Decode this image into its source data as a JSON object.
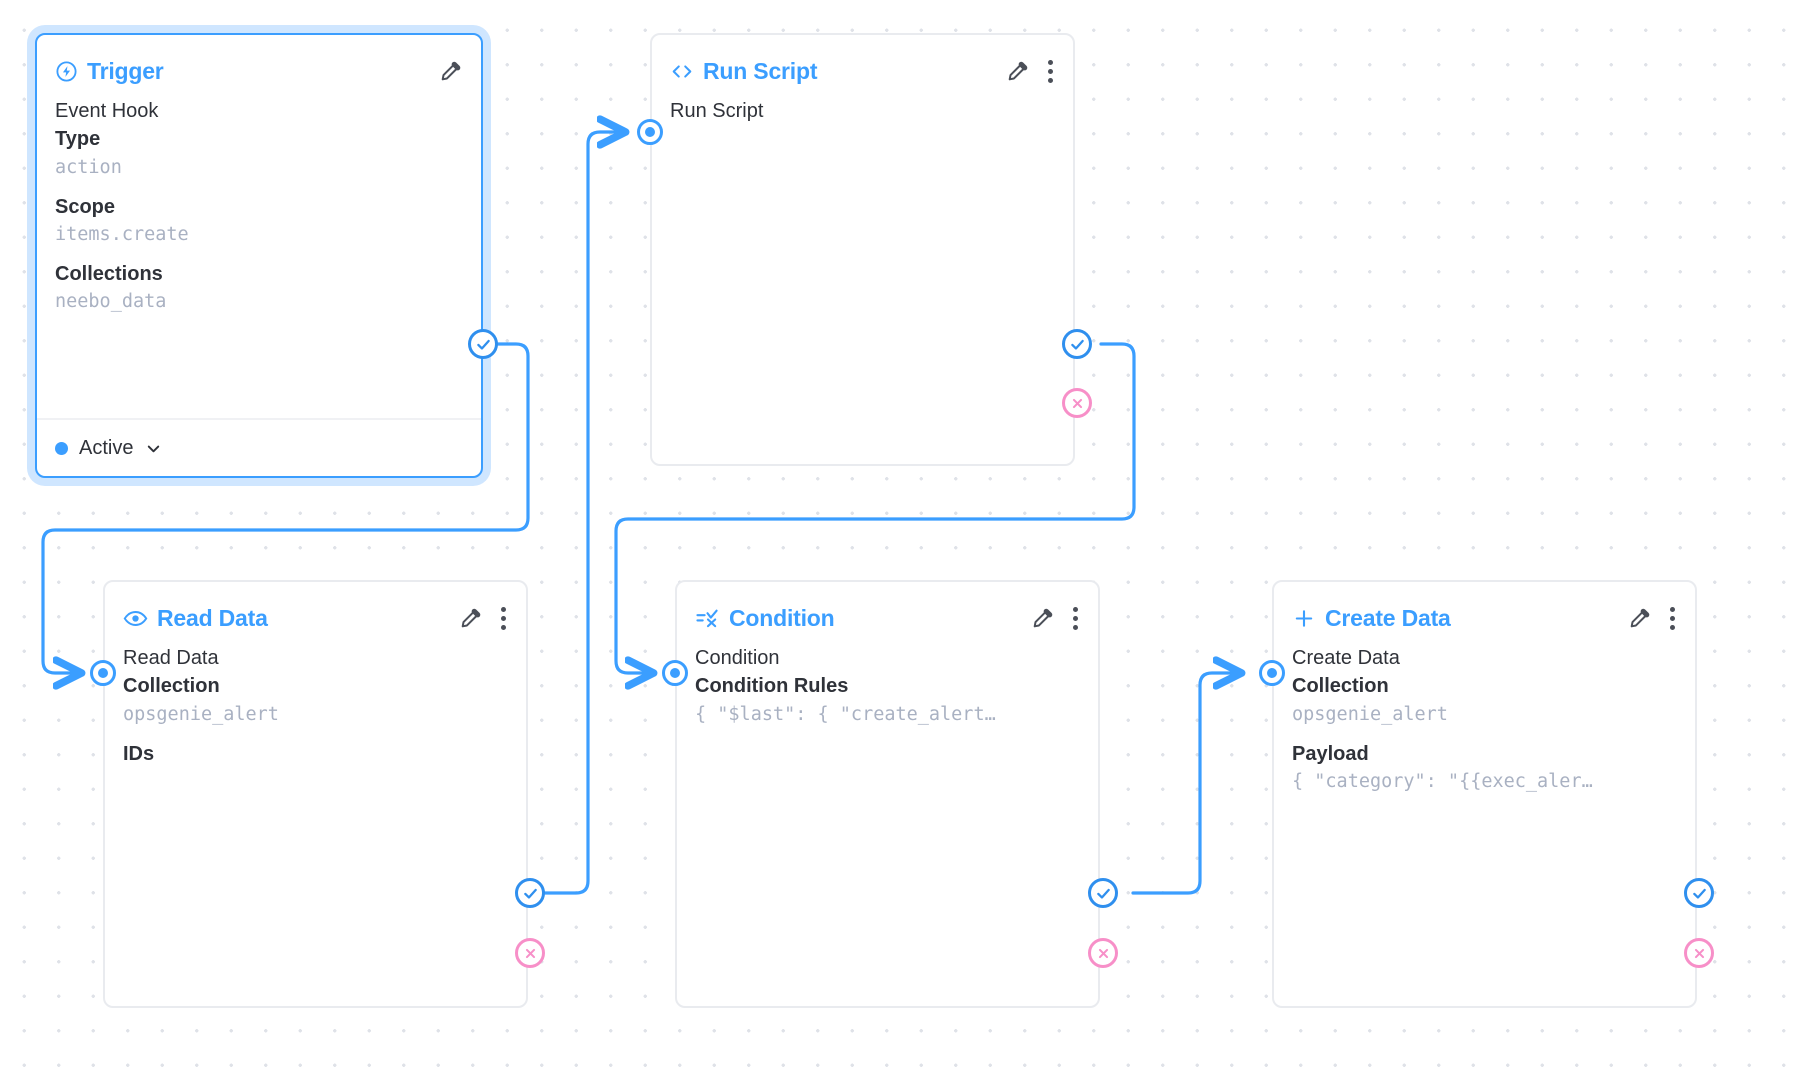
{
  "canvas": {
    "grid": true,
    "accent_color": "#3b9eff",
    "success_color": "#2f8fee",
    "error_color": "#f78fc8",
    "mono_value_color": "#a9b1c2"
  },
  "nodes": [
    {
      "id": "trigger",
      "title": "Trigger",
      "icon": "bolt-circle-icon",
      "selected": true,
      "subtitle": "Event Hook",
      "fields": [
        {
          "label": "Type",
          "value": "action"
        },
        {
          "label": "Scope",
          "value": "items.create"
        },
        {
          "label": "Collections",
          "value": "neebo_data"
        }
      ],
      "status": {
        "label": "Active",
        "dot_color": "#3b9eff"
      },
      "has_edit": true,
      "has_menu": false
    },
    {
      "id": "run-script",
      "title": "Run Script",
      "icon": "code-brackets-icon",
      "selected": false,
      "subtitle": "Run Script",
      "fields": [],
      "has_edit": true,
      "has_menu": true
    },
    {
      "id": "read-data",
      "title": "Read Data",
      "icon": "eye-icon",
      "selected": false,
      "subtitle": "Read Data",
      "fields": [
        {
          "label": "Collection",
          "value": "opsgenie_alert"
        },
        {
          "label": "IDs",
          "value": ""
        }
      ],
      "has_edit": true,
      "has_menu": true
    },
    {
      "id": "condition",
      "title": "Condition",
      "icon": "filter-check-icon",
      "selected": false,
      "subtitle": "Condition",
      "fields": [
        {
          "label": "Condition Rules",
          "value": "{ \"$last\": { \"create_alert…"
        }
      ],
      "has_edit": true,
      "has_menu": true
    },
    {
      "id": "create-data",
      "title": "Create Data",
      "icon": "plus-icon",
      "selected": false,
      "subtitle": "Create Data",
      "fields": [
        {
          "label": "Collection",
          "value": "opsgenie_alert"
        },
        {
          "label": "Payload",
          "value": "{ \"category\": \"{{exec_aler…"
        }
      ],
      "has_edit": true,
      "has_menu": true
    }
  ],
  "ports": {
    "success_icon": "check-circle-icon",
    "error_icon": "x-circle-icon",
    "input_icon": "input-dot-icon"
  }
}
